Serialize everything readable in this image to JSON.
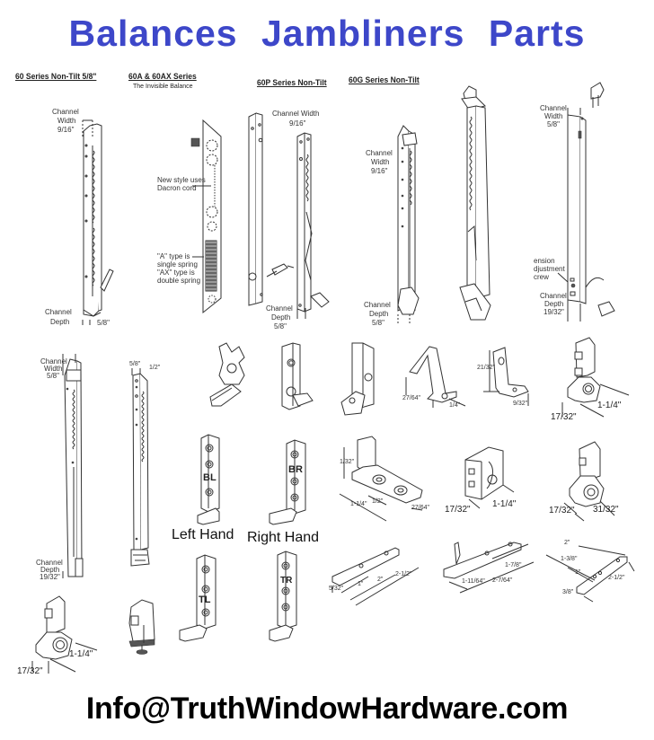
{
  "header": {
    "title": "Balances  Jambliners  Parts"
  },
  "sections": [
    {
      "id": "60-series",
      "label": "60 Series Non-Tilt 5/8\""
    },
    {
      "id": "60a-60ax",
      "label": "60A & 60AX Series",
      "subtitle": "The Invisible Balance"
    },
    {
      "id": "60p",
      "label": "60P Series Non-Tilt"
    },
    {
      "id": "60g",
      "label": "60G Series Non-Tilt"
    }
  ],
  "diagram_labels": {
    "s60": {
      "width_label": "Channel\nWidth\n9/16\"",
      "width_l1": "Channel",
      "width_l2": "Width",
      "width_l3": "9/16\"",
      "depth_l1": "Channel",
      "depth_l2": "Depth",
      "depth_val": "5/8\""
    },
    "s60a": {
      "note1_l1": "New style uses",
      "note1_l2": "Dacron cord",
      "note2_l1": "\"A\" type is",
      "note2_l2": "single spring",
      "note2_l3": "\"AX\" type is",
      "note2_l4": "double spring"
    },
    "s60p": {
      "width_l1": "Channel Width",
      "width_l2": "9/16\"",
      "depth_l1": "Channel",
      "depth_l2": "Depth",
      "depth_l3": "5/8\""
    },
    "s60g": {
      "width_l1": "Channel",
      "width_l2": "Width",
      "width_l3": "9/16\"",
      "depth_l1": "Channel",
      "depth_l2": "Depth",
      "depth_l3": "5/8\""
    },
    "tension": {
      "width_l1": "Channel",
      "width_l2": "Width",
      "width_l3": "5/8\"",
      "adj_l1": "ension",
      "adj_l2": "djustment",
      "adj_l3": "crew",
      "depth_l1": "Channel",
      "depth_l2": "Depth",
      "depth_l3": "19/32\""
    },
    "row2_balance": {
      "width_l1": "Channel",
      "width_l2": "Width",
      "width_l3": "5/8\"",
      "depth_l1": "Channel",
      "depth_l2": "Depth",
      "depth_l3": "19/32\""
    },
    "row2_narrow": {
      "d1": "5/8\"",
      "d2": "1/2\""
    }
  },
  "parts": {
    "clip_bend": {
      "d1": "27/64\"",
      "d2": "1/4\""
    },
    "clip_angle": {
      "d1": "21/32\"",
      "d2": "9/32\""
    },
    "shoe_a": {
      "d1": "1-1/4\"",
      "d2": "17/32\""
    },
    "pivot_bar": {
      "d1": "1/32\"",
      "d2": "1-1/4\"",
      "d3": "1/2\"",
      "d4": "27/64\""
    },
    "cam_block": {
      "d1": "17/32\"",
      "d2": "1-1/4\""
    },
    "shoe_b": {
      "d1": "17/32\"",
      "d2": "31/32\""
    },
    "plate_a": {
      "d1": "5/32\"",
      "d2": "1\"",
      "d3": "2\"",
      "d4": "2-1/2\""
    },
    "plate_b": {
      "d1": "1-11/64\"",
      "d2": "2-7/64\"",
      "d3": "1-7/8\""
    },
    "plate_c": {
      "d1": "2\"",
      "d2": "1-3/8\"",
      "d3": "1\"",
      "d4": "3/8\"",
      "d5": "2-1/2\""
    },
    "shoe_c": {
      "d1": "1-1/4\"",
      "d2": "17/32\""
    },
    "brackets": {
      "bl": "BL",
      "br": "BR",
      "tl": "TL",
      "tr": "TR",
      "left_hand": "Left Hand",
      "right_hand": "Right Hand"
    }
  },
  "footer": {
    "email": "Info@TruthWindowHardware.com"
  },
  "colors": {
    "title": "#3d47c9",
    "email": "#000000",
    "linework": "#333333"
  }
}
